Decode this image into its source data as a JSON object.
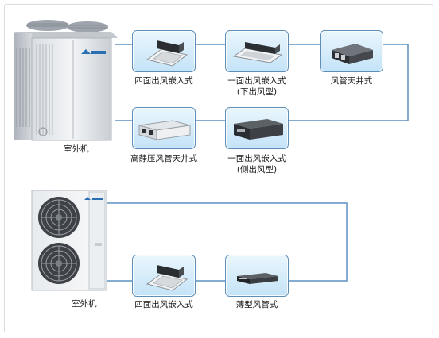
{
  "group_top": {
    "outdoor_label": "室外机",
    "units": [
      {
        "icon": "four-way-cassette",
        "lines": [
          "四面出风嵌入式"
        ]
      },
      {
        "icon": "one-way-cassette-down",
        "lines": [
          "一面出风嵌入式",
          "(下出风型)"
        ]
      },
      {
        "icon": "ducted-ceiling",
        "lines": [
          "风管天井式"
        ]
      },
      {
        "icon": "high-static-duct",
        "lines": [
          "高静压风管天井式"
        ]
      },
      {
        "icon": "one-way-cassette-side",
        "lines": [
          "一面出风嵌入式",
          "(侧出风型)"
        ]
      }
    ]
  },
  "group_bottom": {
    "outdoor_label": "室外机",
    "units": [
      {
        "icon": "four-way-cassette",
        "lines": [
          "四面出风嵌入式"
        ]
      },
      {
        "icon": "slim-duct",
        "lines": [
          "薄型风管式"
        ]
      }
    ]
  },
  "colors": {
    "line": "#5b8fc0",
    "box_border": "#5f8fb8",
    "box_fill": "#c4e3f7"
  }
}
